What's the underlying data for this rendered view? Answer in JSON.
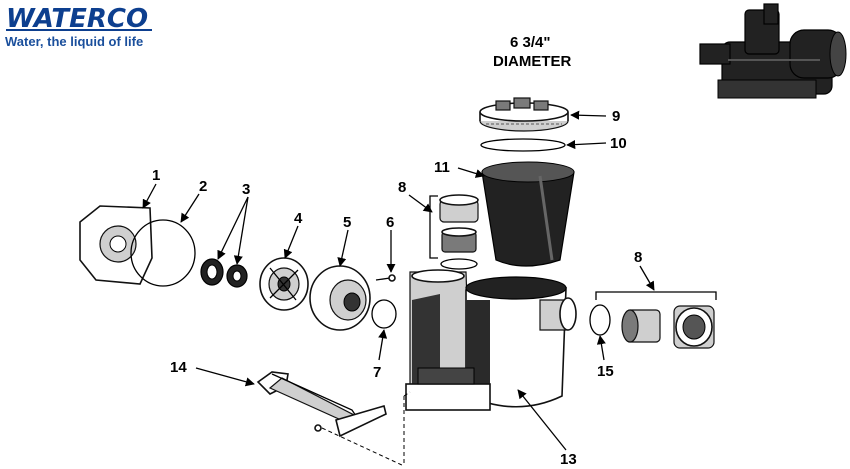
{
  "brand": {
    "name": "WATERCO",
    "tagline": "Water, the liquid of life",
    "color": "#0d3f8f"
  },
  "dimension": {
    "value": "6 3/4\"",
    "label": "DIAMETER"
  },
  "callouts": {
    "c1": "1",
    "c2": "2",
    "c3": "3",
    "c4": "4",
    "c5": "5",
    "c6": "6",
    "c7": "7",
    "c8a": "8",
    "c8b": "8",
    "c9": "9",
    "c10": "10",
    "c11": "11",
    "c13": "13",
    "c14": "14",
    "c15": "15"
  },
  "icons": {
    "pump_photo": "pump-assembly-photo-icon",
    "arrow": "arrow-callout-icon"
  }
}
